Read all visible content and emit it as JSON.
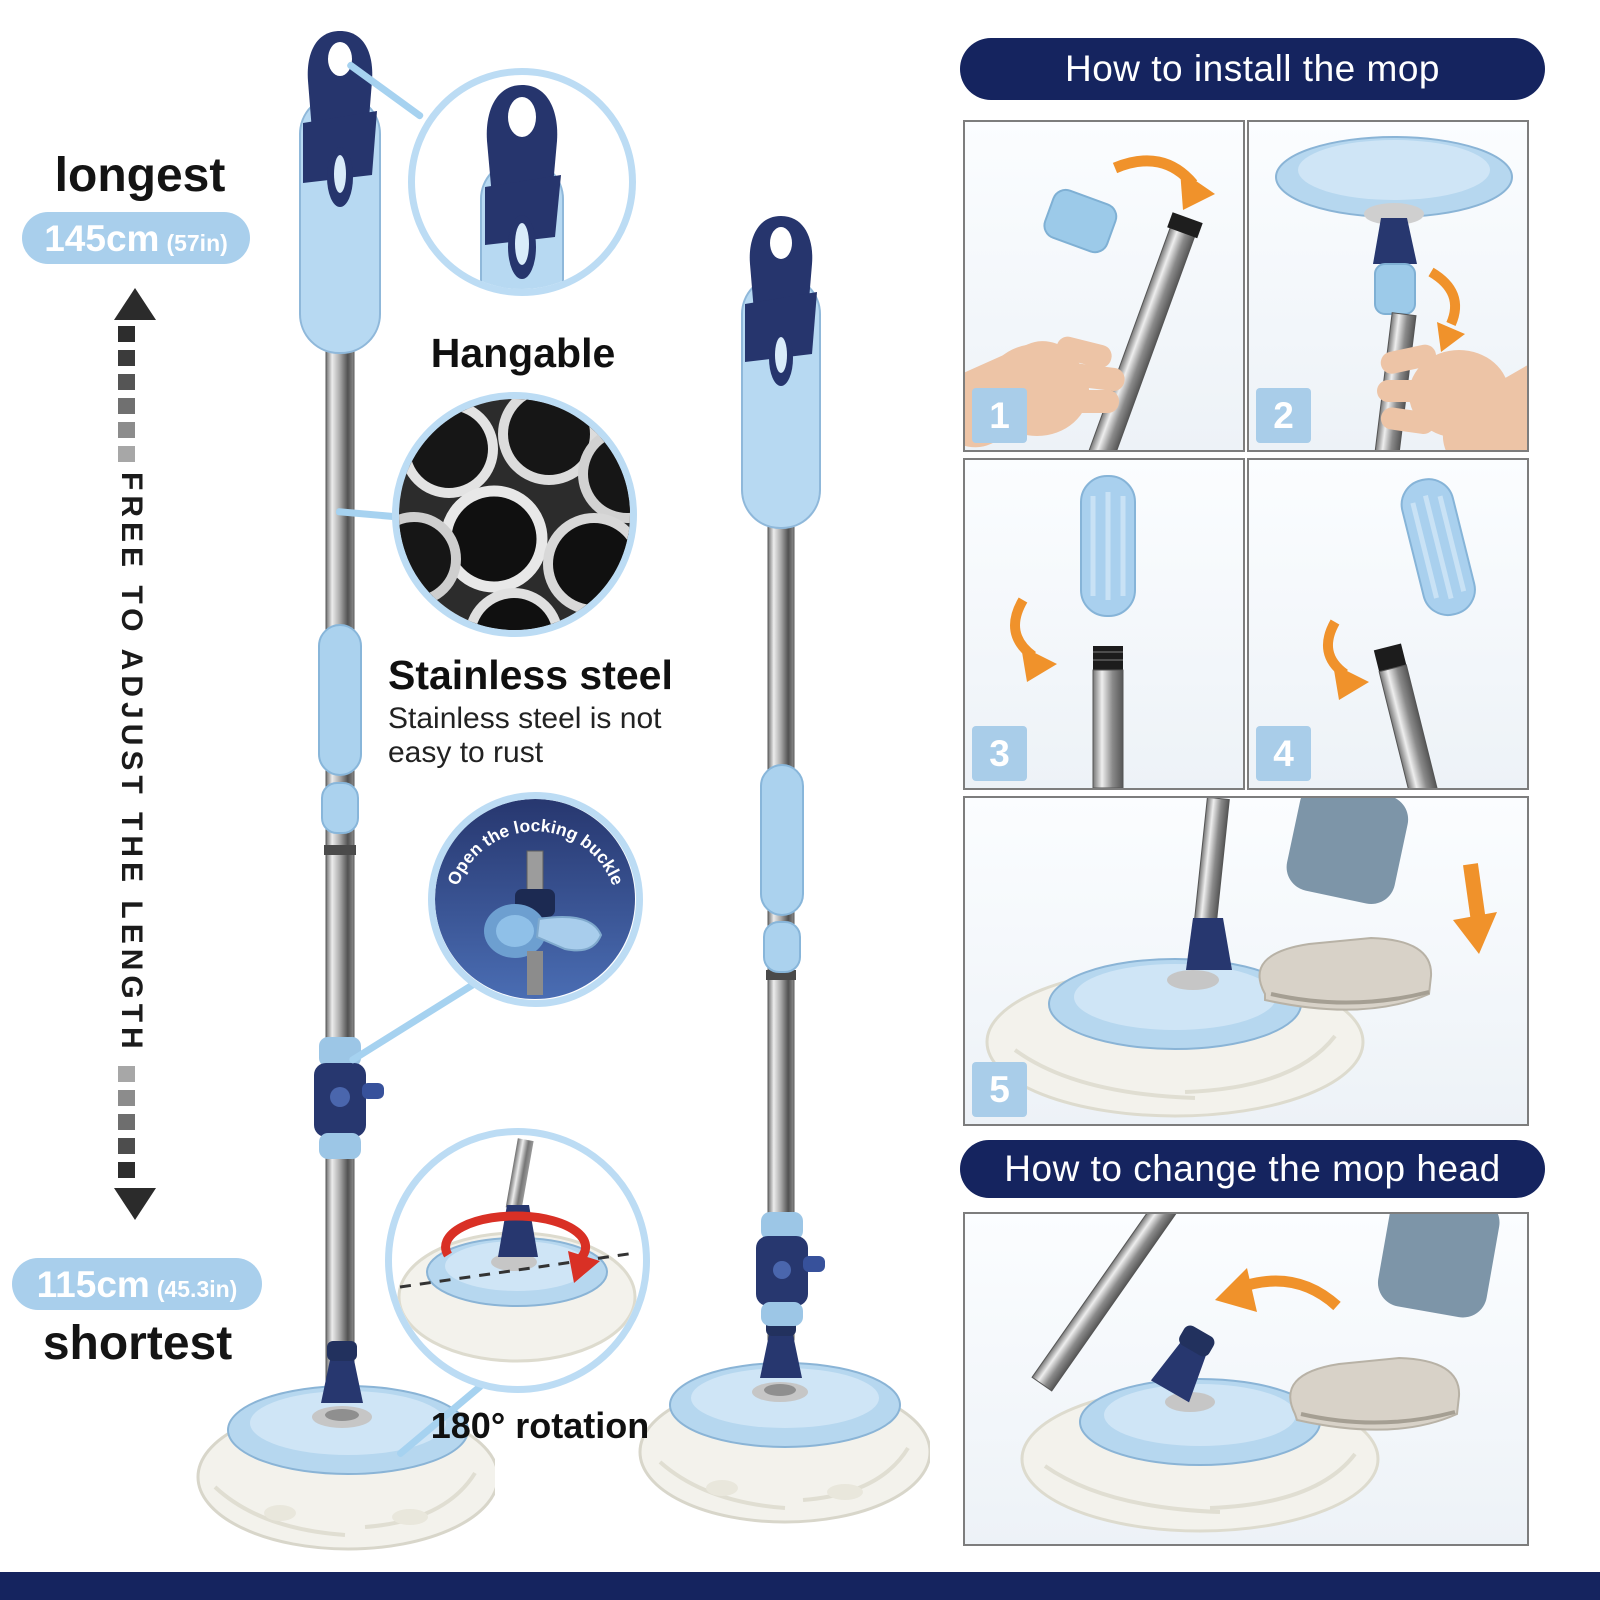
{
  "colors": {
    "navy": "#15245f",
    "light_blue": "#a9cfec",
    "steel_gray": "#9e9e9e",
    "orange": "#f0922b",
    "red": "#d93025"
  },
  "size_panel": {
    "longest_label": "longest",
    "longest_value": "145cm",
    "longest_unit": "(57in)",
    "adjust_label": "FREE TO ADJUST THE LENGTH",
    "shortest_value": "115cm",
    "shortest_unit": "(45.3in)",
    "shortest_label": "shortest"
  },
  "features": {
    "hangable_label": "Hangable",
    "stainless_title": "Stainless steel",
    "stainless_desc_line1": "Stainless steel is not",
    "stainless_desc_line2": "easy to rust",
    "locking_label": "Open the locking buckle",
    "rotation_label": "180° rotation"
  },
  "install_section": {
    "title": "How to install the mop",
    "step_numbers": [
      "1",
      "2",
      "3",
      "4",
      "5"
    ]
  },
  "change_section": {
    "title": "How to change the mop head"
  }
}
